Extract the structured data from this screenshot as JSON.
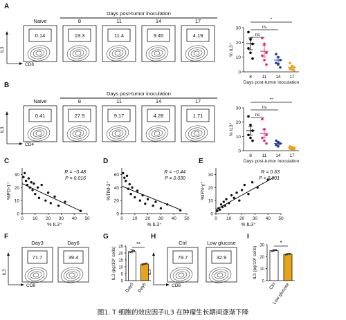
{
  "caption": "图1. T 细胞的效应因子IL3 在肿瘤生长期间逐渐下降",
  "panel_letters": [
    "A",
    "B",
    "C",
    "D",
    "E",
    "F",
    "G",
    "H",
    "I"
  ],
  "flow_rows": [
    {
      "letter": "A",
      "header": "Days post-tumor inoculation",
      "x_axis": "CD8",
      "y_axis": "IL3",
      "samples": [
        {
          "label": "Naive",
          "value": "0.14"
        },
        {
          "label": "8",
          "value": "19.3"
        },
        {
          "label": "11",
          "value": "11.4"
        },
        {
          "label": "14",
          "value": "9.45"
        },
        {
          "label": "17",
          "value": "4.19"
        }
      ]
    },
    {
      "letter": "B",
      "header": "Days post-tumor inoculation",
      "x_axis": "CD4",
      "y_axis": "IL3",
      "samples": [
        {
          "label": "Naive",
          "value": "0.41"
        },
        {
          "label": "8",
          "value": "27.9"
        },
        {
          "label": "11",
          "value": "9.17"
        },
        {
          "label": "14",
          "value": "4.28"
        },
        {
          "label": "17",
          "value": "1.71"
        }
      ]
    }
  ],
  "chart_data": [
    {
      "type": "scatter",
      "panel": "A",
      "x_categories": [
        "8",
        "11",
        "14",
        "17"
      ],
      "ylabel": "% IL3⁺",
      "xlabel": "Days post-tumor inoculation",
      "yticks": [
        0,
        10,
        20,
        30
      ],
      "ylim": [
        0,
        30
      ],
      "significance": [
        {
          "from": "8",
          "to": "11",
          "label": "ns"
        },
        {
          "from": "8",
          "to": "14",
          "label": "ns"
        },
        {
          "from": "8",
          "to": "17",
          "label": "*"
        }
      ],
      "groups": [
        {
          "category": "8",
          "color": "#000000",
          "mean": 19,
          "sem": 4,
          "points": [
            27,
            22,
            19,
            16,
            13,
            9
          ]
        },
        {
          "category": "11",
          "color": "#e0245e",
          "mean": 14,
          "sem": 4,
          "points": [
            23,
            19,
            13,
            11,
            8,
            5
          ]
        },
        {
          "category": "14",
          "color": "#1f3a93",
          "mean": 8,
          "sem": 2,
          "points": [
            12,
            10,
            8,
            6,
            5,
            3
          ]
        },
        {
          "category": "17",
          "color": "#e8a317",
          "mean": 3,
          "sem": 1,
          "points": [
            6,
            4,
            3,
            2,
            1.5,
            1
          ]
        }
      ]
    },
    {
      "type": "scatter",
      "panel": "B",
      "x_categories": [
        "8",
        "11",
        "14",
        "17"
      ],
      "ylabel": "% IL3⁺",
      "xlabel": "Days post-tumor inoculation",
      "yticks": [
        0,
        10,
        20,
        30
      ],
      "ylim": [
        0,
        30
      ],
      "significance": [
        {
          "from": "8",
          "to": "11",
          "label": "ns"
        },
        {
          "from": "8",
          "to": "14",
          "label": "ns"
        },
        {
          "from": "8",
          "to": "17",
          "label": "**"
        }
      ],
      "groups": [
        {
          "category": "8",
          "color": "#000000",
          "mean": 14,
          "sem": 3,
          "points": [
            24,
            18,
            14,
            11,
            9,
            7
          ]
        },
        {
          "category": "11",
          "color": "#e0245e",
          "mean": 12,
          "sem": 3,
          "points": [
            22,
            15,
            11,
            9,
            7,
            5
          ]
        },
        {
          "category": "14",
          "color": "#1f3a93",
          "mean": 5,
          "sem": 1,
          "points": [
            7,
            6,
            5,
            4,
            3
          ]
        },
        {
          "category": "17",
          "color": "#e8a317",
          "mean": 2,
          "sem": 0.5,
          "points": [
            3,
            2.5,
            2,
            1.5,
            1,
            1
          ]
        }
      ]
    },
    {
      "type": "scatter",
      "panel": "C",
      "xlabel": "% IL3⁺",
      "ylabel": "%PD-1⁺",
      "xticks": [
        0,
        10,
        20,
        30,
        40,
        50
      ],
      "yticks": [
        0,
        10,
        20,
        30
      ],
      "xlim": [
        0,
        50
      ],
      "ylim": [
        0,
        35
      ],
      "stats": [
        "R = −0.48",
        "P = 0.016"
      ],
      "fit": {
        "x": [
          0,
          45
        ],
        "y": [
          23,
          2
        ]
      },
      "points": [
        [
          1,
          28
        ],
        [
          2,
          31
        ],
        [
          3,
          25
        ],
        [
          4,
          22
        ],
        [
          5,
          27
        ],
        [
          6,
          20
        ],
        [
          7,
          24
        ],
        [
          8,
          18
        ],
        [
          9,
          23
        ],
        [
          10,
          15
        ],
        [
          12,
          20
        ],
        [
          13,
          12
        ],
        [
          15,
          22
        ],
        [
          18,
          10
        ],
        [
          20,
          16
        ],
        [
          22,
          8
        ],
        [
          25,
          13
        ],
        [
          28,
          6
        ],
        [
          33,
          9
        ],
        [
          45,
          2
        ]
      ]
    },
    {
      "type": "scatter",
      "panel": "D",
      "xlabel": "% IL3⁺",
      "ylabel": "%TIM-3⁺",
      "xticks": [
        0,
        10,
        20,
        30,
        40,
        50
      ],
      "yticks": [
        0,
        20,
        40,
        60
      ],
      "xlim": [
        0,
        50
      ],
      "ylim": [
        0,
        70
      ],
      "stats": [
        "R = −0.44",
        "P = 0.030"
      ],
      "fit": {
        "x": [
          0,
          45
        ],
        "y": [
          42,
          6
        ]
      },
      "points": [
        [
          1,
          62
        ],
        [
          2,
          55
        ],
        [
          3,
          50
        ],
        [
          4,
          58
        ],
        [
          5,
          38
        ],
        [
          6,
          45
        ],
        [
          7,
          30
        ],
        [
          8,
          40
        ],
        [
          10,
          25
        ],
        [
          12,
          35
        ],
        [
          14,
          20
        ],
        [
          16,
          28
        ],
        [
          18,
          15
        ],
        [
          20,
          22
        ],
        [
          24,
          12
        ],
        [
          26,
          18
        ],
        [
          30,
          8
        ],
        [
          35,
          14
        ],
        [
          45,
          5
        ]
      ]
    },
    {
      "type": "scatter",
      "panel": "E",
      "xlabel": "% IL3⁺",
      "ylabel": "%IFN-γ⁺",
      "xticks": [
        0,
        10,
        20,
        30,
        40,
        50
      ],
      "yticks": [
        0,
        10,
        20,
        30
      ],
      "xlim": [
        0,
        50
      ],
      "ylim": [
        0,
        35
      ],
      "stats": [
        "R = 0.63",
        "P < 0.001"
      ],
      "fit": {
        "x": [
          0,
          45
        ],
        "y": [
          3,
          28
        ]
      },
      "points": [
        [
          1,
          2
        ],
        [
          2,
          4
        ],
        [
          3,
          3
        ],
        [
          4,
          7
        ],
        [
          5,
          5
        ],
        [
          6,
          9
        ],
        [
          7,
          6
        ],
        [
          8,
          11
        ],
        [
          10,
          8
        ],
        [
          12,
          14
        ],
        [
          14,
          12
        ],
        [
          16,
          16
        ],
        [
          18,
          10
        ],
        [
          20,
          18
        ],
        [
          22,
          22
        ],
        [
          25,
          15
        ],
        [
          28,
          24
        ],
        [
          32,
          20
        ],
        [
          40,
          26
        ]
      ]
    },
    {
      "type": "bar",
      "panel": "G",
      "categories": [
        "Day3",
        "Day6"
      ],
      "values": [
        21,
        12
      ],
      "errors": [
        1.2,
        0.4
      ],
      "colors": [
        "#ffffff",
        "#e8a317"
      ],
      "ylabel": "IL3 (pg/10⁶ cells)",
      "yticks": [
        0,
        5,
        10,
        15,
        20,
        25
      ],
      "ylim": [
        0,
        25
      ],
      "significance": "**"
    },
    {
      "type": "bar",
      "panel": "I",
      "categories": [
        "Ctrl",
        "Low glucose"
      ],
      "values": [
        25,
        22
      ],
      "errors": [
        0.8,
        0.6
      ],
      "colors": [
        "#ffffff",
        "#e8a317"
      ],
      "ylabel": "IL3 (pg/10⁶ cells)",
      "yticks": [
        0,
        10,
        20,
        30
      ],
      "ylim": [
        0,
        30
      ],
      "significance": "*"
    }
  ],
  "flow_single": [
    {
      "letter": "F",
      "x_axis": "CD8",
      "y_axis": "IL3",
      "samples": [
        {
          "label": "Day3",
          "value": "71.7"
        },
        {
          "label": "Day6",
          "value": "39.4"
        }
      ]
    },
    {
      "letter": "H",
      "x_axis": "CD8",
      "y_axis": "IL3",
      "samples": [
        {
          "label": "Ctrl",
          "value": "79.7"
        },
        {
          "label": "Low glucose",
          "value": "32.9"
        }
      ]
    }
  ]
}
